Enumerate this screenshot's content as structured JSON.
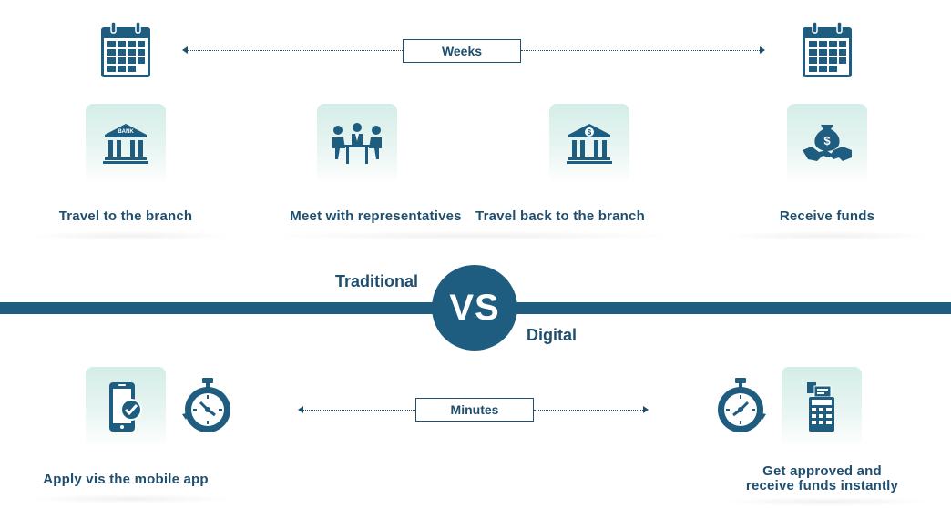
{
  "traditional": {
    "label": "Traditional",
    "duration": "Weeks",
    "steps": [
      {
        "label": "Travel to the branch",
        "icon": "bank-icon",
        "bank_text": "BANK"
      },
      {
        "label": "Meet with representatives",
        "icon": "meeting-icon"
      },
      {
        "label": "Travel back to the branch",
        "icon": "bank-dollar-icon"
      },
      {
        "label": "Receive funds",
        "icon": "handshake-money-icon"
      }
    ]
  },
  "vs": "VS",
  "digital": {
    "label": "Digital",
    "duration": "Minutes",
    "steps": [
      {
        "label": "Apply vis the mobile app",
        "icon": "mobile-check-icon"
      },
      {
        "label_line1": "Get approved and",
        "label_line2": "receive funds instantly",
        "icon": "calculator-money-icon"
      }
    ]
  },
  "colors": {
    "primary": "#1f5d80",
    "text": "#1f4e6e",
    "card": "#d4ede8"
  }
}
